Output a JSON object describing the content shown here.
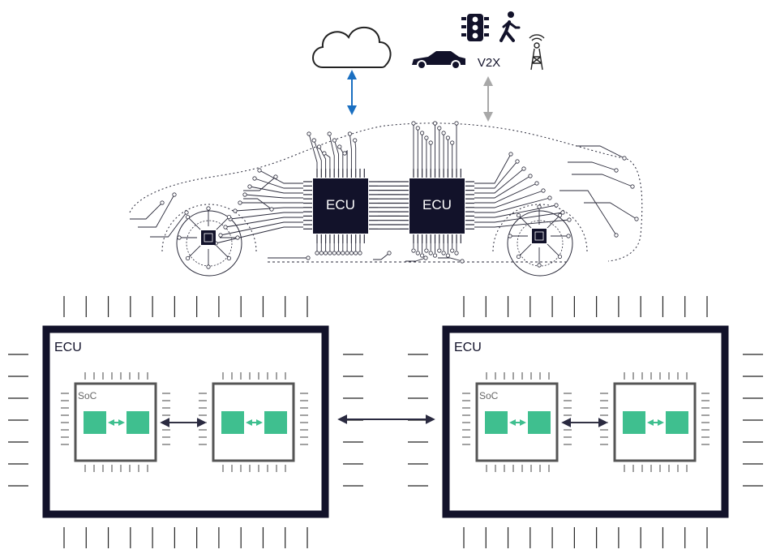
{
  "top": {
    "v2x_label": "V2X",
    "icons": [
      "cloud-icon",
      "car-icon",
      "traffic-light-icon",
      "pedestrian-icon",
      "radio-tower-icon"
    ],
    "car_ecus": [
      {
        "label": "ECU"
      },
      {
        "label": "ECU"
      }
    ]
  },
  "bottom": {
    "ecus": [
      {
        "label": "ECU",
        "socs": [
          {
            "label": "SoC"
          },
          {
            "label": ""
          }
        ]
      },
      {
        "label": "ECU",
        "socs": [
          {
            "label": "SoC"
          },
          {
            "label": ""
          }
        ]
      }
    ]
  },
  "colors": {
    "dark_navy": "#12122a",
    "teal": "#3fbf8f",
    "link_blue": "#1a6fc1",
    "link_gray": "#a8a8a8",
    "circuit": "#2a2a3a",
    "chip_border": "#555555",
    "arrow_dark": "#333344"
  }
}
